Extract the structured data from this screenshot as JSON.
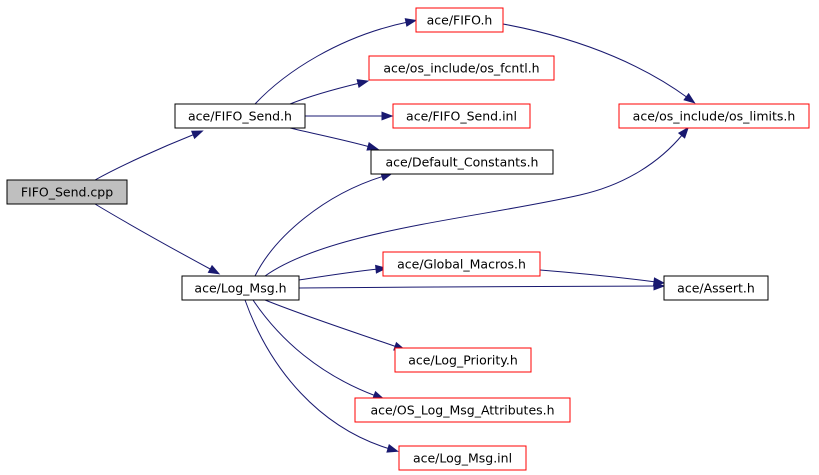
{
  "graph": {
    "colors": {
      "edge": "#191970",
      "root_fill": "#bfbfbf",
      "documented_border": "#000000",
      "undocumented_border": "#ff0000"
    },
    "nodes": [
      {
        "id": "fifo_send_cpp",
        "label": "FIFO_Send.cpp",
        "kind": "root"
      },
      {
        "id": "fifo_send_h",
        "label": "ace/FIFO_Send.h",
        "kind": "documented"
      },
      {
        "id": "log_msg_h",
        "label": "ace/Log_Msg.h",
        "kind": "documented"
      },
      {
        "id": "fifo_h",
        "label": "ace/FIFO.h",
        "kind": "undocumented"
      },
      {
        "id": "os_fcntl_h",
        "label": "ace/os_include/os_fcntl.h",
        "kind": "undocumented"
      },
      {
        "id": "fifo_send_inl",
        "label": "ace/FIFO_Send.inl",
        "kind": "undocumented"
      },
      {
        "id": "default_constants_h",
        "label": "ace/Default_Constants.h",
        "kind": "documented"
      },
      {
        "id": "os_limits_h",
        "label": "ace/os_include/os_limits.h",
        "kind": "undocumented"
      },
      {
        "id": "global_macros_h",
        "label": "ace/Global_Macros.h",
        "kind": "undocumented"
      },
      {
        "id": "assert_h",
        "label": "ace/Assert.h",
        "kind": "documented"
      },
      {
        "id": "log_priority_h",
        "label": "ace/Log_Priority.h",
        "kind": "undocumented"
      },
      {
        "id": "os_log_msg_attributes_h",
        "label": "ace/OS_Log_Msg_Attributes.h",
        "kind": "undocumented"
      },
      {
        "id": "log_msg_inl",
        "label": "ace/Log_Msg.inl",
        "kind": "undocumented"
      }
    ],
    "edges": [
      {
        "from": "fifo_send_cpp",
        "to": "fifo_send_h"
      },
      {
        "from": "fifo_send_cpp",
        "to": "log_msg_h"
      },
      {
        "from": "fifo_send_h",
        "to": "fifo_h"
      },
      {
        "from": "fifo_send_h",
        "to": "os_fcntl_h"
      },
      {
        "from": "fifo_send_h",
        "to": "fifo_send_inl"
      },
      {
        "from": "fifo_send_h",
        "to": "default_constants_h"
      },
      {
        "from": "fifo_h",
        "to": "os_limits_h"
      },
      {
        "from": "log_msg_h",
        "to": "default_constants_h"
      },
      {
        "from": "log_msg_h",
        "to": "os_limits_h"
      },
      {
        "from": "log_msg_h",
        "to": "global_macros_h"
      },
      {
        "from": "log_msg_h",
        "to": "assert_h"
      },
      {
        "from": "log_msg_h",
        "to": "log_priority_h"
      },
      {
        "from": "log_msg_h",
        "to": "os_log_msg_attributes_h"
      },
      {
        "from": "log_msg_h",
        "to": "log_msg_inl"
      },
      {
        "from": "global_macros_h",
        "to": "assert_h"
      }
    ]
  }
}
